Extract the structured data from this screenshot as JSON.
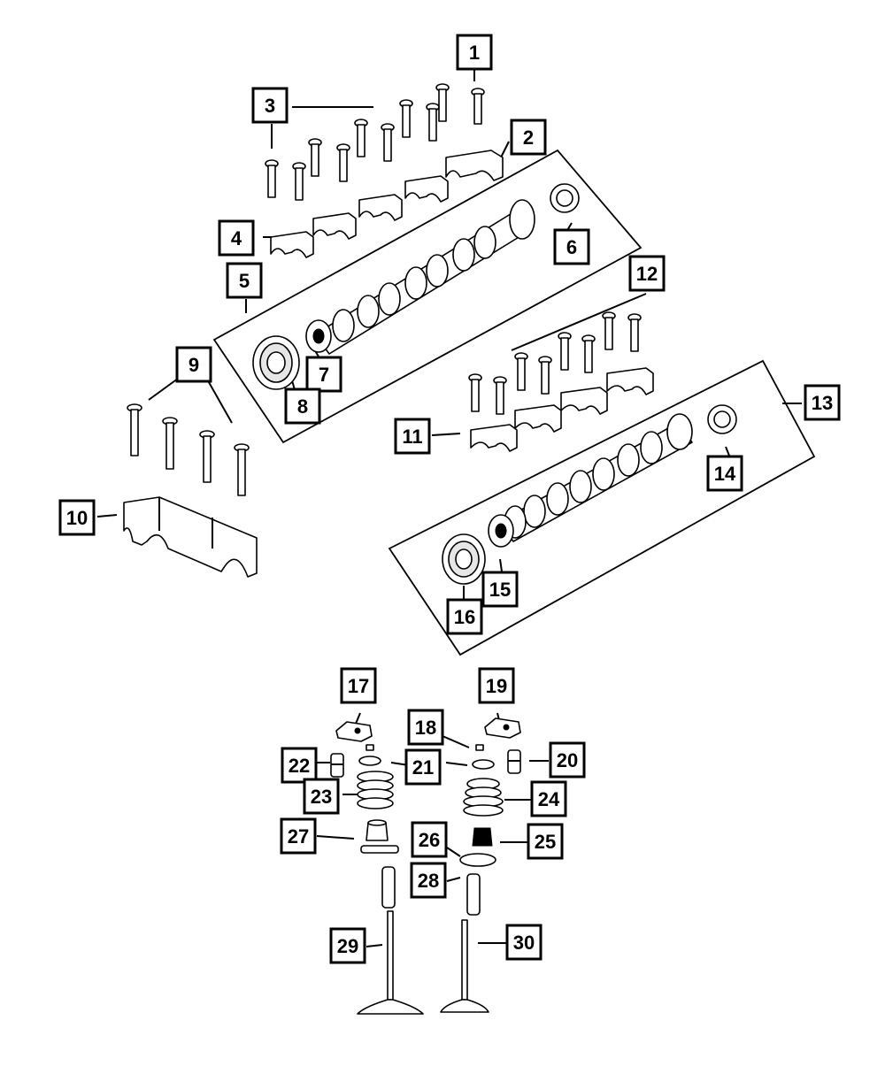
{
  "diagram": {
    "callouts": [
      {
        "id": "1",
        "text": "1"
      },
      {
        "id": "2",
        "text": "2"
      },
      {
        "id": "3",
        "text": "3"
      },
      {
        "id": "4",
        "text": "4"
      },
      {
        "id": "5",
        "text": "5"
      },
      {
        "id": "6",
        "text": "6"
      },
      {
        "id": "7",
        "text": "7"
      },
      {
        "id": "8",
        "text": "8"
      },
      {
        "id": "9",
        "text": "9"
      },
      {
        "id": "10",
        "text": "10"
      },
      {
        "id": "11",
        "text": "11"
      },
      {
        "id": "12",
        "text": "12"
      },
      {
        "id": "13",
        "text": "13"
      },
      {
        "id": "14",
        "text": "14"
      },
      {
        "id": "15",
        "text": "15"
      },
      {
        "id": "16",
        "text": "16"
      },
      {
        "id": "17",
        "text": "17"
      },
      {
        "id": "18",
        "text": "18"
      },
      {
        "id": "19",
        "text": "19"
      },
      {
        "id": "20",
        "text": "20"
      },
      {
        "id": "21",
        "text": "21"
      },
      {
        "id": "22",
        "text": "22"
      },
      {
        "id": "23",
        "text": "23"
      },
      {
        "id": "24",
        "text": "24"
      },
      {
        "id": "25",
        "text": "25"
      },
      {
        "id": "26",
        "text": "26"
      },
      {
        "id": "27",
        "text": "27"
      },
      {
        "id": "28",
        "text": "28"
      },
      {
        "id": "29",
        "text": "29"
      },
      {
        "id": "30",
        "text": "30"
      }
    ],
    "colors": {
      "line": "#000000",
      "background": "#ffffff"
    }
  }
}
